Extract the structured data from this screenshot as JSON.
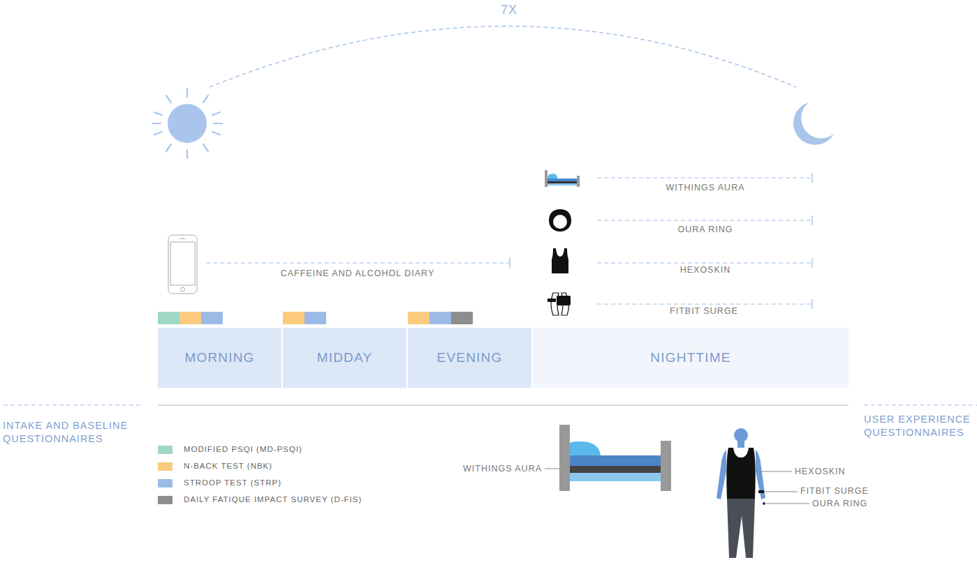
{
  "diagram": {
    "nodes": [
      {
        "text": [
          "MORNING"
        ]
      },
      {
        "text": [
          "MIDDAY"
        ]
      },
      {
        "text": [
          "EVENING"
        ]
      },
      {
        "text": [
          "NIGHTTIME"
        ]
      }
    ],
    "labels": [
      "7X",
      "WITHINGS AURA",
      "OURA RING",
      "HEXOSKIN",
      "FITBIT SURGE",
      "CAFFEINE AND ALCOHOL DIARY",
      "INTAKE AND BASELINE QUESTIONNAIRES",
      "USER EXPERIENCE QUESTIONNAIRES",
      "WITHINGS AURA",
      "HEXOSKIN",
      "FITBIT SURGE",
      "OURA RING"
    ],
    "legend": [
      {
        "text": "MODIFIED PSQI (MD-PSQI)",
        "color": "#9fd8c6"
      },
      {
        "text": "N-BACK TEST (NBK)",
        "color": "#fbca7c"
      },
      {
        "text": "STROOP TEST (STRP)",
        "color": "#9bbbe6"
      },
      {
        "text": "DAILY FATIQUE IMPACT SURVEY (D-FIS)",
        "color": "#8e8e8e"
      }
    ]
  }
}
